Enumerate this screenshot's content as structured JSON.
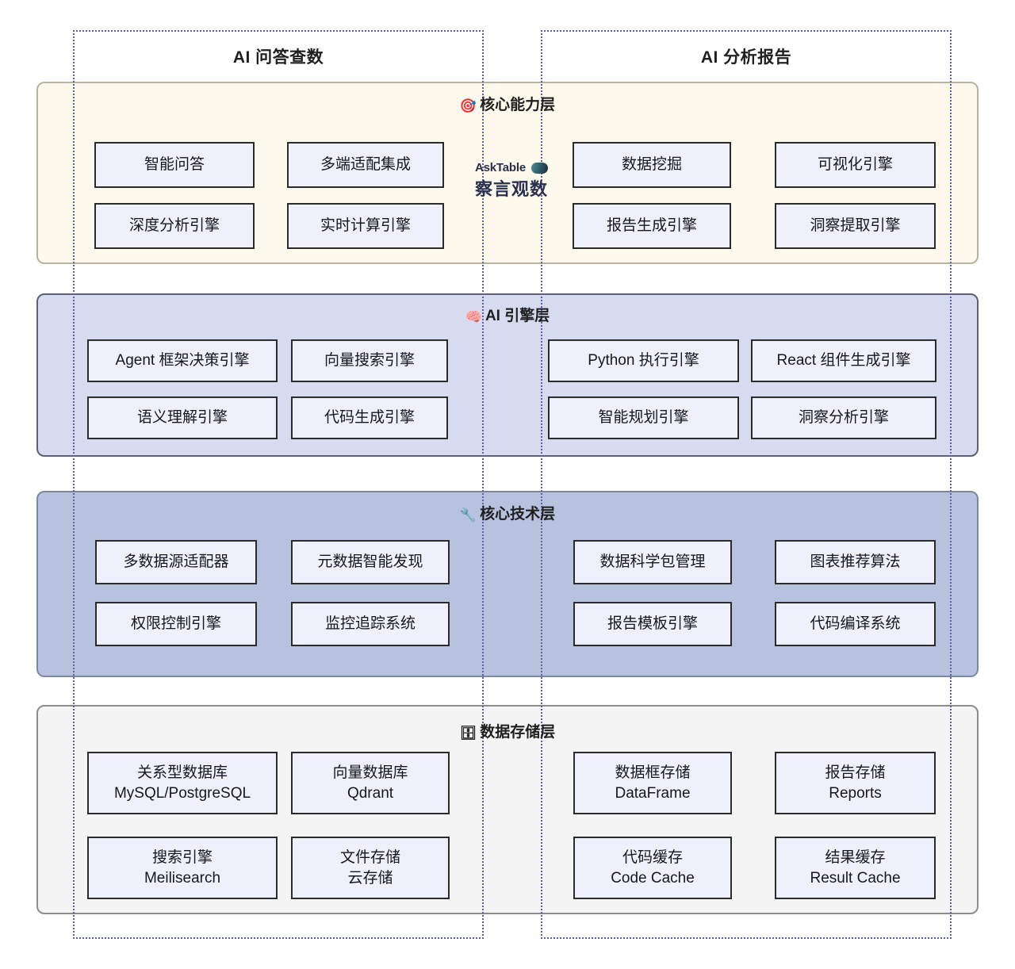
{
  "lanes": [
    {
      "id": "qa",
      "title": "AI 问答查数"
    },
    {
      "id": "report",
      "title": "AI 分析报告"
    }
  ],
  "logo": {
    "wordmark": "AskTable",
    "chinese": "察言观数",
    "mark_icon": "capsule-logo-icon"
  },
  "layers": [
    {
      "id": "capability",
      "title": "核心能力层",
      "emoji": "🎯",
      "emoji_name": "dart-target-icon",
      "bg": "#fdf9ec",
      "border": "#b9b2a0",
      "left_items": [
        {
          "label": "智能问答"
        },
        {
          "label": "多端适配集成"
        },
        {
          "label": "深度分析引擎"
        },
        {
          "label": "实时计算引擎"
        }
      ],
      "right_items": [
        {
          "label": "数据挖掘"
        },
        {
          "label": "可视化引擎"
        },
        {
          "label": "报告生成引擎"
        },
        {
          "label": "洞察提取引擎"
        }
      ]
    },
    {
      "id": "aiengine",
      "title": "AI 引擎层",
      "emoji": "🧠",
      "emoji_name": "brain-icon",
      "bg": "#d7dbef",
      "border": "#5d6176",
      "left_items": [
        {
          "label": "Agent 框架决策引擎"
        },
        {
          "label": "向量搜索引擎"
        },
        {
          "label": "语义理解引擎"
        },
        {
          "label": "代码生成引擎"
        }
      ],
      "right_items": [
        {
          "label": "Python 执行引擎"
        },
        {
          "label": "React 组件生成引擎"
        },
        {
          "label": "智能规划引擎"
        },
        {
          "label": "洞察分析引擎"
        }
      ]
    },
    {
      "id": "coretech",
      "title": "核心技术层",
      "emoji": "🔧",
      "emoji_name": "wrench-icon",
      "bg": "#b7c2de",
      "border": "#7d879e",
      "left_items": [
        {
          "label": "多数据源适配器"
        },
        {
          "label": "元数据智能发现"
        },
        {
          "label": "权限控制引擎"
        },
        {
          "label": "监控追踪系统"
        }
      ],
      "right_items": [
        {
          "label": "数据科学包管理"
        },
        {
          "label": "图表推荐算法"
        },
        {
          "label": "报告模板引擎"
        },
        {
          "label": "代码编译系统"
        }
      ]
    },
    {
      "id": "storage",
      "title": "数据存储层",
      "emoji": "🗄",
      "emoji_name": "file-cabinet-icon",
      "bg": "#f4f4f4",
      "border": "#8d8d8d",
      "left_items": [
        {
          "label": "关系型数据库",
          "sub": "MySQL/PostgreSQL"
        },
        {
          "label": "向量数据库",
          "sub": "Qdrant"
        },
        {
          "label": "搜索引擎",
          "sub": "Meilisearch"
        },
        {
          "label": "文件存储",
          "sub": "云存储"
        }
      ],
      "right_items": [
        {
          "label": "数据框存储",
          "sub": "DataFrame"
        },
        {
          "label": "报告存储",
          "sub": "Reports"
        },
        {
          "label": "代码缓存",
          "sub": "Code Cache"
        },
        {
          "label": "结果缓存",
          "sub": "Result Cache"
        }
      ]
    }
  ],
  "colors": {
    "lane_border": "#5b5fa6",
    "box_border": "#2b2b2b",
    "box_fill": "#eef0fb",
    "text": "#16181d"
  }
}
